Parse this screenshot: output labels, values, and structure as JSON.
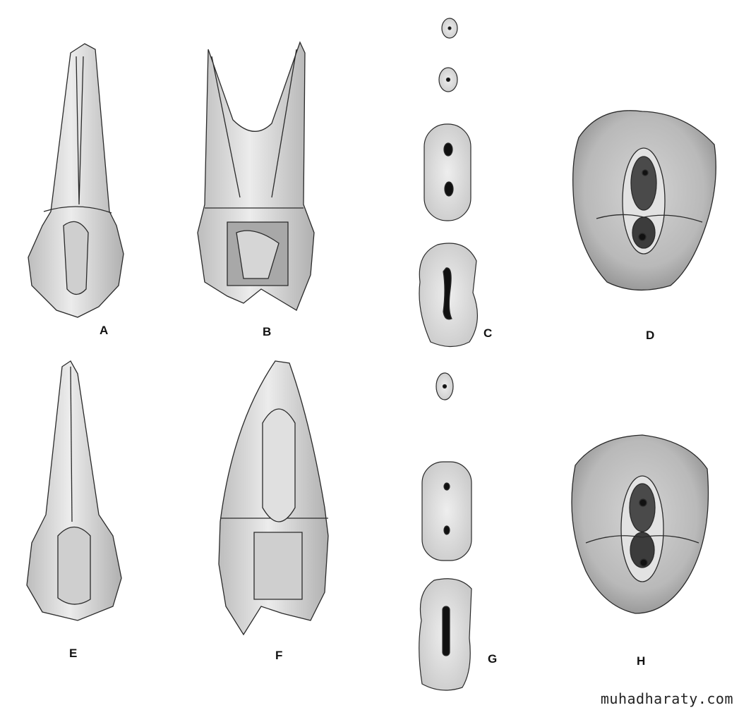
{
  "labels": {
    "a": "A",
    "b": "B",
    "c": "C",
    "d": "D",
    "e": "E",
    "f": "F",
    "g": "G",
    "h": "H"
  },
  "watermark": "muhadharaty.com",
  "colors": {
    "tooth_fill": "#dcdcdc",
    "tooth_outline": "#2a2a2a",
    "shadow": "#9a9a9a",
    "canal": "#1a1a1a",
    "section_fill": "#e6e6e6"
  }
}
